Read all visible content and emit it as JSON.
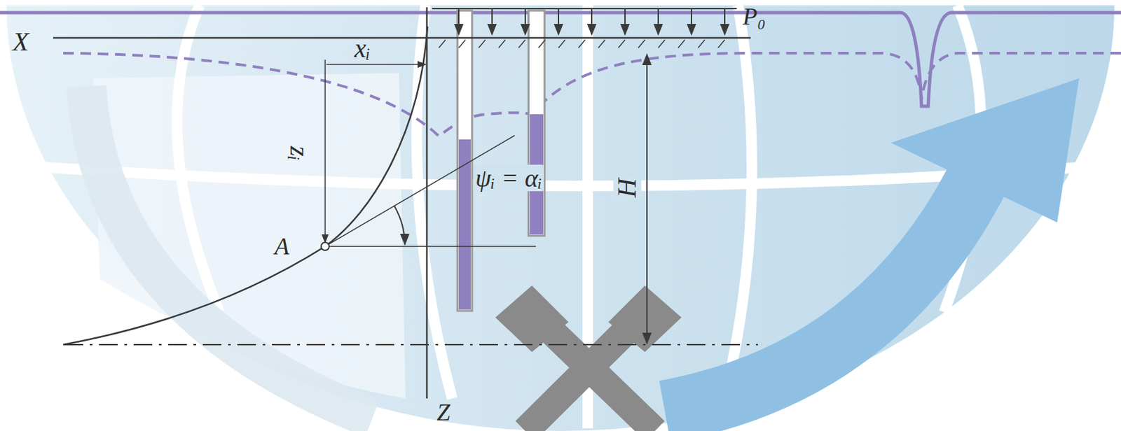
{
  "diagram": {
    "labels": [
      "X",
      "xᵢ",
      "zᵢ",
      "ψᵢ = αᵢ",
      "A",
      "H",
      "P₀",
      "Z"
    ]
  }
}
